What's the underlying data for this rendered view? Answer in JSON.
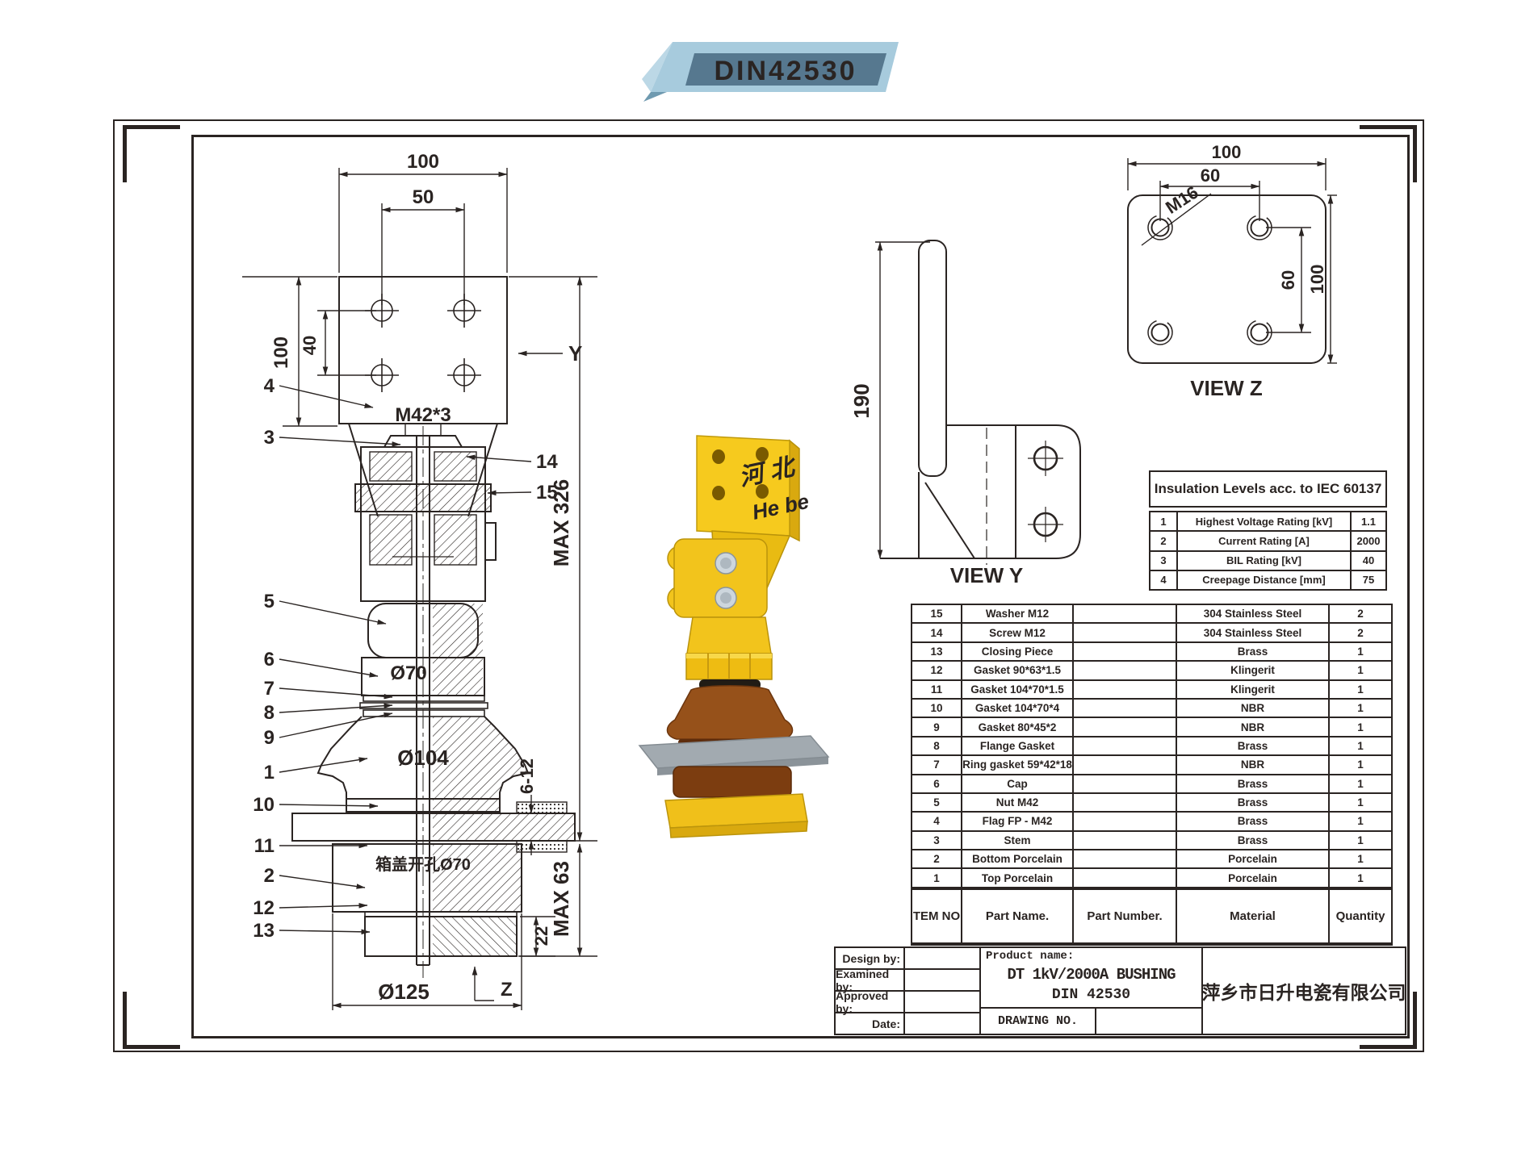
{
  "banner": {
    "label": "DIN42530"
  },
  "colors": {
    "line": "#2a2422",
    "banner_light": "#a7cbdd",
    "banner_dark": "#56788f",
    "render_yellow": "#f2c41c",
    "render_brown": "#96511a",
    "render_gray": "#a2aab0"
  },
  "main_view": {
    "dims": {
      "top100": "100",
      "mid50": "50",
      "left100": "100",
      "left40": "40",
      "thread": "M42*3",
      "y_ref": "Y",
      "z_ref": "Z",
      "max326": "MAX 326",
      "d70": "Ø70",
      "d104": "Ø104",
      "d6_12": "6-12",
      "lid_note": "箱盖开孔Ø70",
      "max63": "MAX 63",
      "d22": "22",
      "d125": "Ø125"
    },
    "callouts_left": [
      "4",
      "3",
      "5",
      "6",
      "7",
      "8",
      "9",
      "1",
      "10",
      "11",
      "2",
      "12",
      "13"
    ],
    "callouts_right": [
      "14",
      "15"
    ]
  },
  "view_y": {
    "label": "VIEW Y",
    "d190": "190"
  },
  "view_z": {
    "label": "VIEW Z",
    "d100_top": "100",
    "d60_top": "60",
    "d60_right": "60",
    "d100_right": "100",
    "thread": "M16"
  },
  "insulation_table": {
    "title": "Insulation Levels acc. to IEC 60137",
    "rows": [
      {
        "no": "1",
        "name": "Highest Voltage Rating [kV]",
        "value": "1.1"
      },
      {
        "no": "2",
        "name": "Current Rating [A]",
        "value": "2000"
      },
      {
        "no": "3",
        "name": "BIL Rating [kV]",
        "value": "40"
      },
      {
        "no": "4",
        "name": "Creepage Distance [mm]",
        "value": "75"
      }
    ]
  },
  "parts_table": {
    "headers": {
      "item": "ITEM NO.",
      "name": "Part Name.",
      "number": "Part Number.",
      "material": "Material",
      "quantity": "Quantity"
    },
    "rows": [
      {
        "item": "15",
        "name": "Washer M12",
        "number": "",
        "material": "304 Stainless Steel",
        "quantity": "2"
      },
      {
        "item": "14",
        "name": "Screw M12",
        "number": "",
        "material": "304 Stainless Steel",
        "quantity": "2"
      },
      {
        "item": "13",
        "name": "Closing Piece",
        "number": "",
        "material": "Brass",
        "quantity": "1"
      },
      {
        "item": "12",
        "name": "Gasket 90*63*1.5",
        "number": "",
        "material": "Klingerit",
        "quantity": "1"
      },
      {
        "item": "11",
        "name": "Gasket 104*70*1.5",
        "number": "",
        "material": "Klingerit",
        "quantity": "1"
      },
      {
        "item": "10",
        "name": "Gasket 104*70*4",
        "number": "",
        "material": "NBR",
        "quantity": "1"
      },
      {
        "item": "9",
        "name": "Gasket 80*45*2",
        "number": "",
        "material": "NBR",
        "quantity": "1"
      },
      {
        "item": "8",
        "name": "Flange Gasket",
        "number": "",
        "material": "Brass",
        "quantity": "1"
      },
      {
        "item": "7",
        "name": "Ring gasket 59*42*18",
        "number": "",
        "material": "NBR",
        "quantity": "1"
      },
      {
        "item": "6",
        "name": "Cap",
        "number": "",
        "material": "Brass",
        "quantity": "1"
      },
      {
        "item": "5",
        "name": "Nut M42",
        "number": "",
        "material": "Brass",
        "quantity": "1"
      },
      {
        "item": "4",
        "name": "Flag FP - M42",
        "number": "",
        "material": "Brass",
        "quantity": "1"
      },
      {
        "item": "3",
        "name": "Stem",
        "number": "",
        "material": "Brass",
        "quantity": "1"
      },
      {
        "item": "2",
        "name": "Bottom Porcelain",
        "number": "",
        "material": "Porcelain",
        "quantity": "1"
      },
      {
        "item": "1",
        "name": "Top Porcelain",
        "number": "",
        "material": "Porcelain",
        "quantity": "1"
      }
    ]
  },
  "title_block": {
    "design_by": "Design by:",
    "examined_by": "Examined by:",
    "approved_by": "Approved by:",
    "date": "Date:",
    "product_name_label": "Product name:",
    "product_name_line1": "DT 1kV/2000A BUSHING",
    "product_name_line2": "DIN 42530",
    "drawing_no_label": "DRAWING NO.",
    "company": "萍乡市日升电瓷有限公司"
  },
  "watermark": {
    "line1": "河 北",
    "line2": "He be"
  }
}
